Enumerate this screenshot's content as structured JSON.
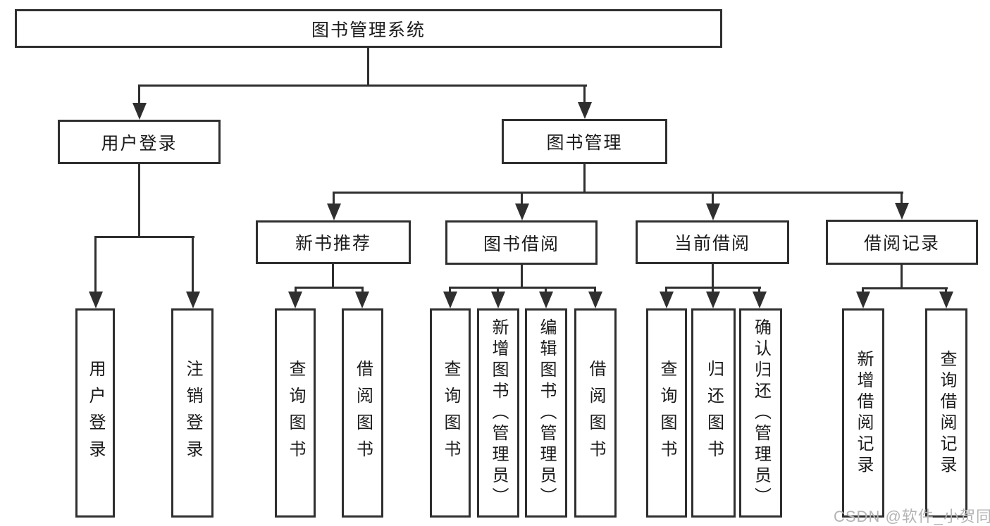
{
  "diagram": {
    "root": {
      "label": "图书管理系统"
    },
    "level2": {
      "user_login": {
        "label": "用户登录"
      },
      "book_management": {
        "label": "图书管理"
      }
    },
    "user_login_children": {
      "login": {
        "label": "用户登录"
      },
      "logout": {
        "label": "注销登录"
      }
    },
    "book_management_children": {
      "new_book_recommend": {
        "label": "新书推荐"
      },
      "book_borrow": {
        "label": "图书借阅"
      },
      "current_borrow": {
        "label": "当前借阅"
      },
      "borrow_records": {
        "label": "借阅记录"
      }
    },
    "new_book_recommend_children": {
      "query_book": {
        "label": "查询图书"
      },
      "borrow_book": {
        "label": "借阅图书"
      }
    },
    "book_borrow_children": {
      "query_book": {
        "label": "查询图书"
      },
      "add_book_admin": {
        "label": "新增图书（管理员）"
      },
      "edit_book_admin": {
        "label": "编辑图书（管理员）"
      },
      "borrow_book": {
        "label": "借阅图书"
      }
    },
    "current_borrow_children": {
      "query_book": {
        "label": "查询图书"
      },
      "return_book": {
        "label": "归还图书"
      },
      "confirm_return_admin": {
        "label": "确认归还（管理员）"
      }
    },
    "borrow_records_children": {
      "add_borrow_record": {
        "label": "新增借阅记录"
      },
      "query_borrow_record": {
        "label": "查询借阅记录"
      }
    },
    "watermark": "CSDN @软件_小贺同学",
    "colors": {
      "line": "#2f2f2f",
      "text": "#1a1a1a",
      "watermark": "#b4b4b4",
      "background": "#ffffff"
    }
  }
}
